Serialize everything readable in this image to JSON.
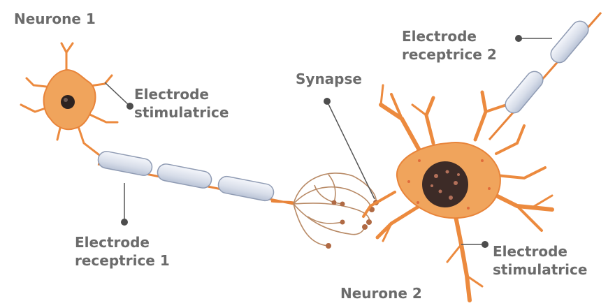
{
  "labels": {
    "neurone1": "Neurone 1",
    "electrode_stim_1": [
      "Electrode",
      "stimulatrice"
    ],
    "synapse": "Synapse",
    "electrode_recep_2": [
      "Electrode",
      "receptrice 2"
    ],
    "electrode_recep_1": [
      "Electrode",
      "receptrice 1"
    ],
    "electrode_stim_2": [
      "Electrode",
      "stimulatrice"
    ],
    "neurone2": "Neurone 2"
  },
  "colors": {
    "neuron_body": "#f0a45c",
    "neuron_edge": "#e8843a",
    "nucleus": "#3a2a26",
    "myelin": "#dfe4ee",
    "myelin_edge": "#9aa6bd",
    "pointer": "#555555",
    "text": "#6b6b6b"
  }
}
